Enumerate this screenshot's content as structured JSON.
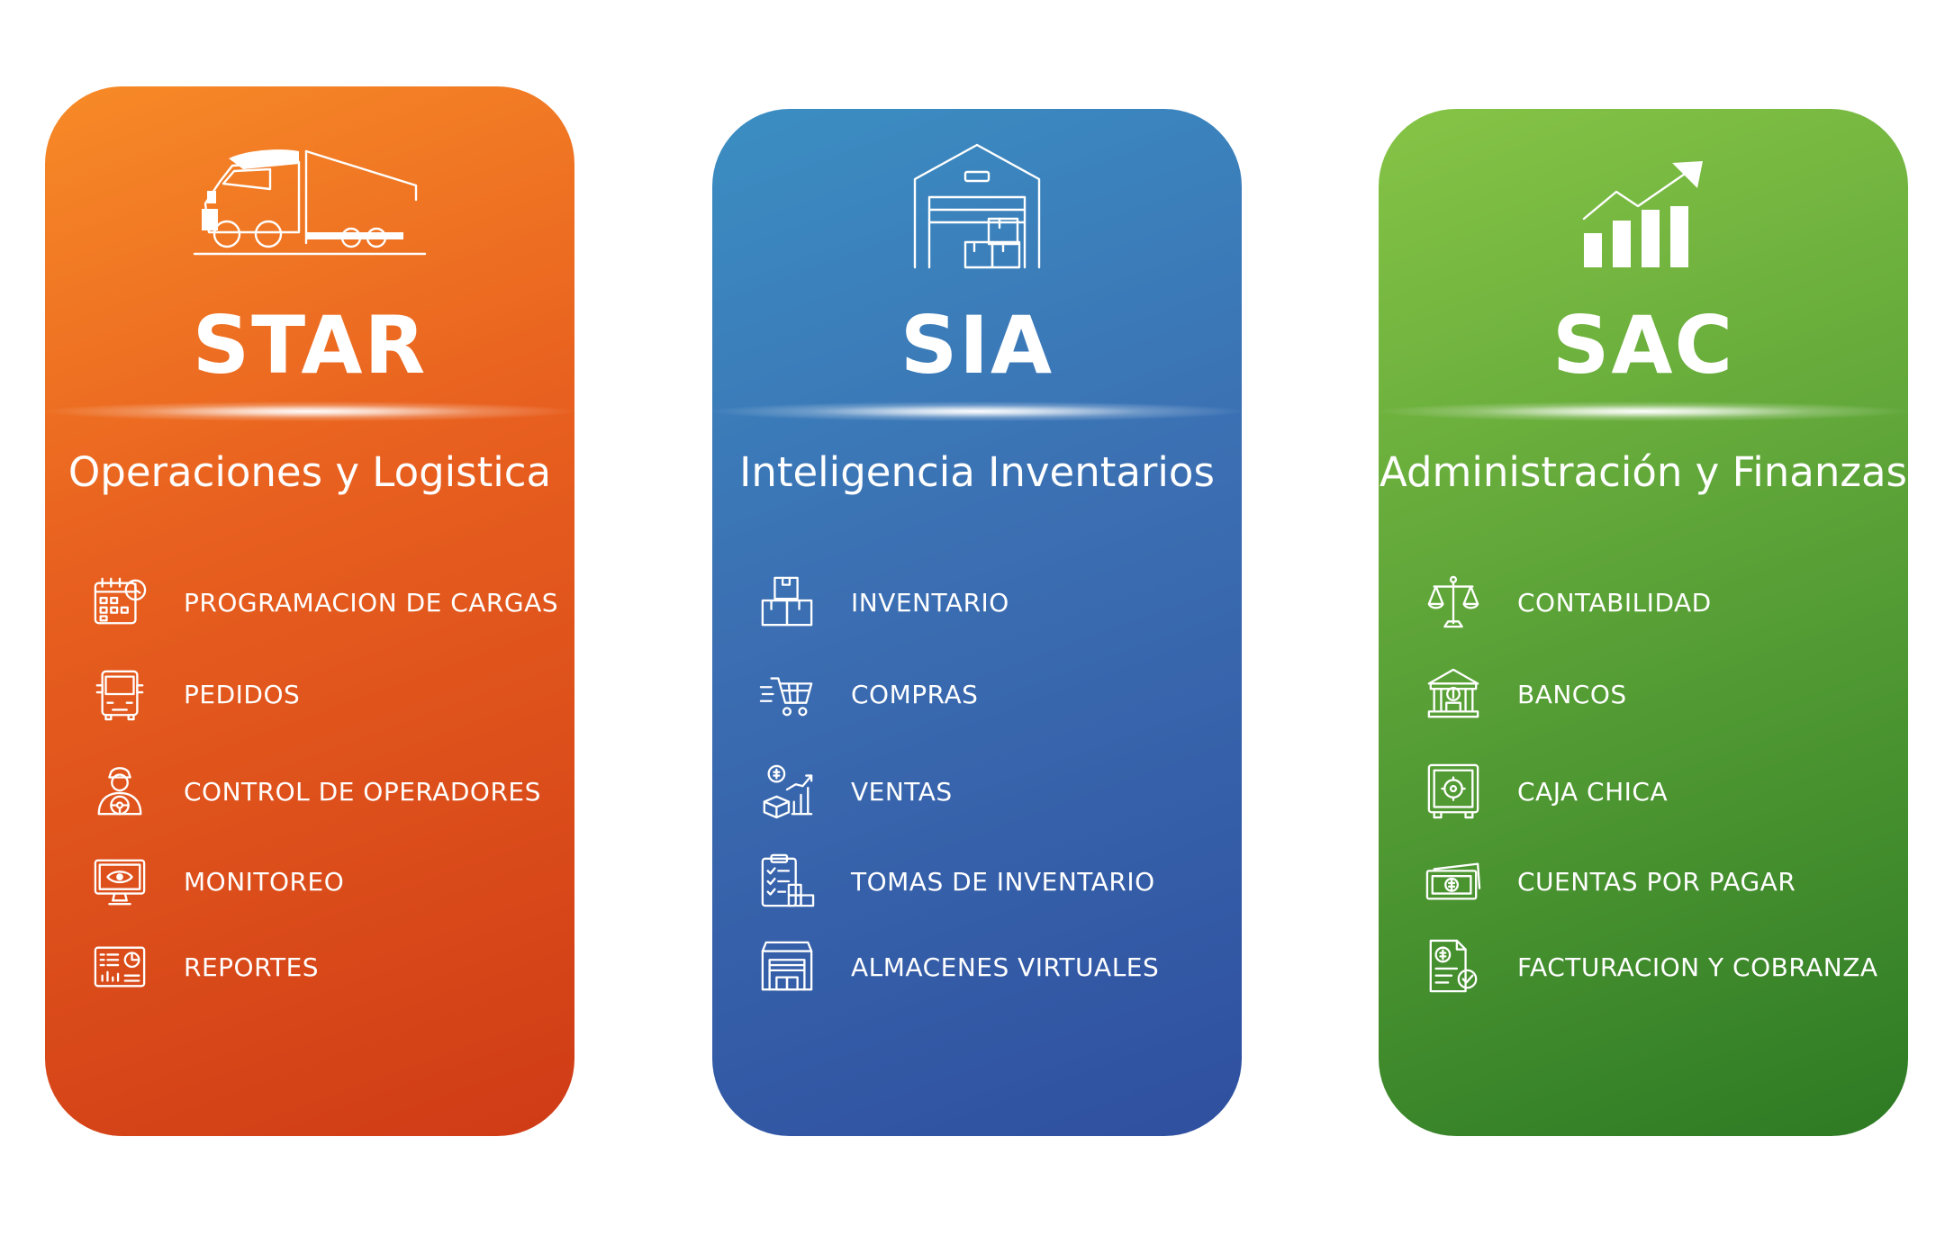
{
  "cards": [
    {
      "title": "STAR",
      "subtitle": "Operaciones y Logistica",
      "hero_icon": "truck-icon",
      "color": "#e8601f",
      "items": [
        {
          "label": "PROGRAMACION DE CARGAS",
          "icon": "calendar-clock-icon"
        },
        {
          "label": "PEDIDOS",
          "icon": "truck-front-icon"
        },
        {
          "label": "CONTROL DE OPERADORES",
          "icon": "driver-icon"
        },
        {
          "label": "MONITOREO",
          "icon": "monitor-eye-icon"
        },
        {
          "label": "REPORTES",
          "icon": "report-dashboard-icon"
        }
      ]
    },
    {
      "title": "SIA",
      "subtitle": "Inteligencia Inventarios",
      "hero_icon": "warehouse-icon",
      "color": "#3b6eb2",
      "items": [
        {
          "label": "INVENTARIO",
          "icon": "boxes-icon"
        },
        {
          "label": "COMPRAS",
          "icon": "shopping-cart-icon"
        },
        {
          "label": "VENTAS",
          "icon": "sales-chart-icon"
        },
        {
          "label": "TOMAS DE INVENTARIO",
          "icon": "checklist-boxes-icon"
        },
        {
          "label": "ALMACENES VIRTUALES",
          "icon": "store-icon"
        }
      ]
    },
    {
      "title": "SAC",
      "subtitle": "Administración y Finanzas",
      "hero_icon": "growth-chart-icon",
      "color": "#58a036",
      "items": [
        {
          "label": "CONTABILIDAD",
          "icon": "scales-icon"
        },
        {
          "label": "BANCOS",
          "icon": "bank-icon"
        },
        {
          "label": "CAJA CHICA",
          "icon": "safe-icon"
        },
        {
          "label": "CUENTAS POR PAGAR",
          "icon": "banknotes-icon"
        },
        {
          "label": "FACTURACION Y COBRANZA",
          "icon": "invoice-icon"
        }
      ]
    }
  ]
}
